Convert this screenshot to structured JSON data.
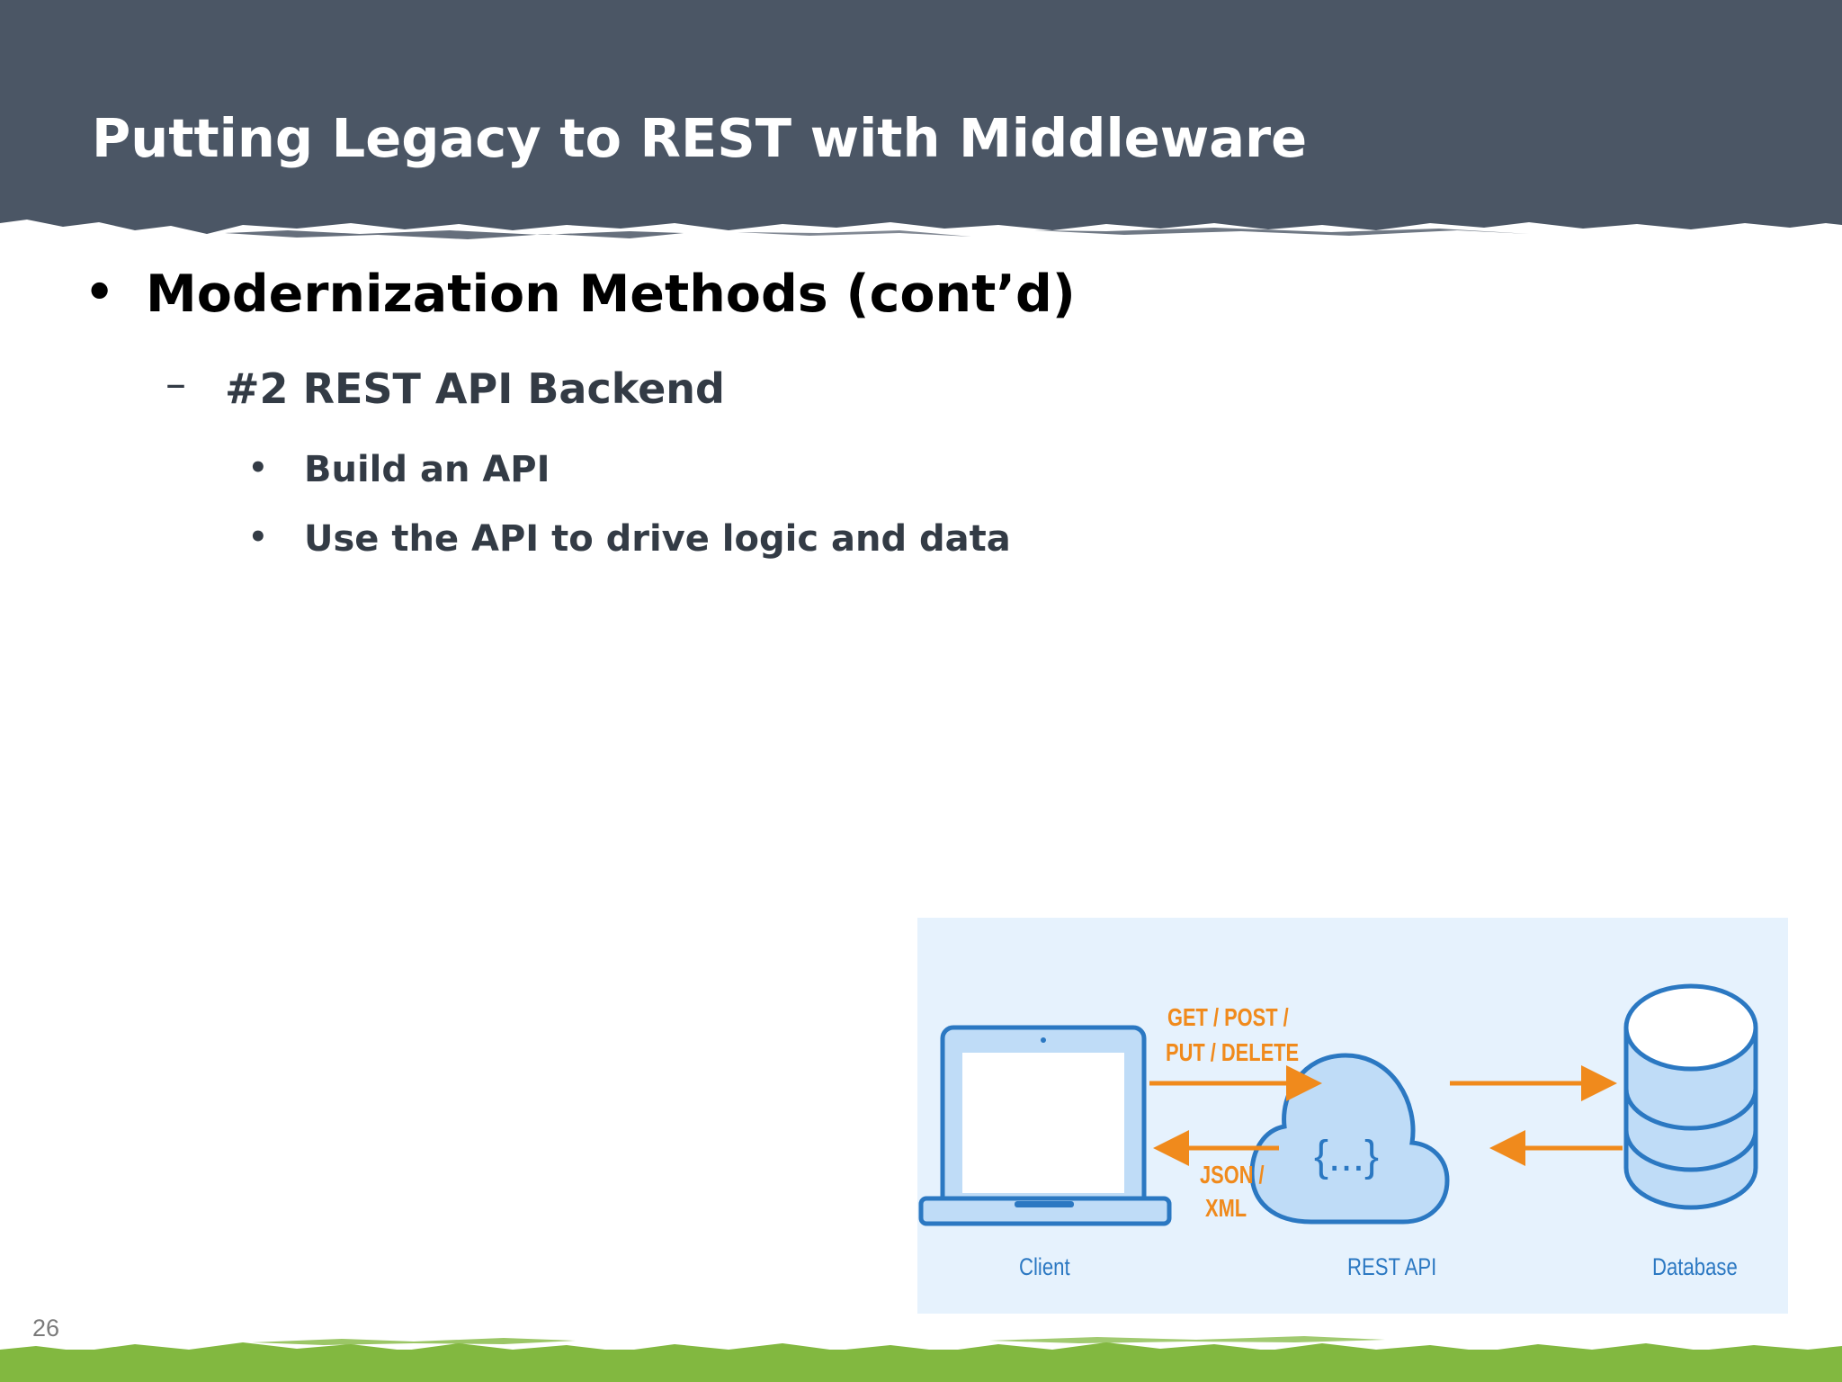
{
  "slide": {
    "title": "Putting Legacy to REST with Middleware",
    "page_number": "26"
  },
  "content": {
    "level1": {
      "marker": "•",
      "text": "Modernization Methods (cont’d)"
    },
    "level2": {
      "marker": "–",
      "text": "#2 REST API Backend"
    },
    "level3": [
      {
        "marker": "•",
        "text": "Build an API"
      },
      {
        "marker": "•",
        "text": "Use the API to drive logic and data"
      }
    ]
  },
  "diagram": {
    "client_label": "Client",
    "api_label": "REST API",
    "database_label": "Database",
    "request_methods_line1": "GET / POST /",
    "request_methods_line2": "PUT / DELETE",
    "response_formats_line1": "JSON /",
    "response_formats_line2": "XML",
    "api_symbol": "{...}"
  },
  "colors": {
    "header": "#4b5665",
    "footer": "#82b840",
    "diagram_background": "#e6f2fd",
    "diagram_stroke": "#2b78c2",
    "arrow": "#f08a1c"
  }
}
